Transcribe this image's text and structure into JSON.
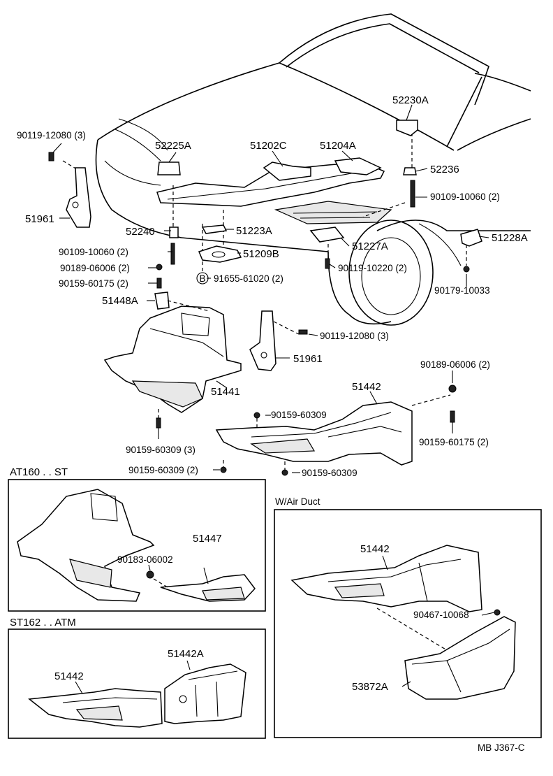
{
  "labels": {
    "p90119_12080_a": "90119-12080 (3)",
    "p52225A": "52225A",
    "p51202C": "51202C",
    "p51204A": "51204A",
    "p52230A": "52230A",
    "p52236": "52236",
    "p90109_10060_r": "90109-10060 (2)",
    "p51961_l": "51961",
    "p52240": "52240",
    "p51223A": "51223A",
    "p90109_10060_l": "90109-10060 (2)",
    "p51209B": "51209B",
    "p51227A": "51227A",
    "p51228A": "51228A",
    "p90189_06006_l": "90189-06006 (2)",
    "p90119_10220": "90119-10220 (2)",
    "p90159_60175_l": "90159-60175 (2)",
    "p91655_61020": "91655-61020 (2)",
    "p90179_10033": "90179-10033",
    "p51448A": "51448A",
    "p90119_12080_b": "90119-12080 (3)",
    "p51961_r": "51961",
    "p90189_06006_r": "90189-06006 (2)",
    "p51441": "51441",
    "p51442_main": "51442",
    "p90159_60309_top": "90159-60309",
    "p90159_60309_3": "90159-60309 (3)",
    "p90159_60175_r": "90159-60175 (2)",
    "p90159_60309_2": "90159-60309 (2)",
    "p90159_60309_bot": "90159-60309",
    "b_marker": "B",
    "sec_at160": "AT160 . . ST",
    "p51447": "51447",
    "p90183_06002": "90183-06002",
    "sec_air_duct": "W/Air Duct",
    "p51442_air": "51442",
    "p90467_10068": "90467-10068",
    "p53872A": "53872A",
    "sec_st162": "ST162 . . ATM",
    "p51442A": "51442A",
    "p51442_st": "51442",
    "figure_code": "MB J367-C"
  }
}
